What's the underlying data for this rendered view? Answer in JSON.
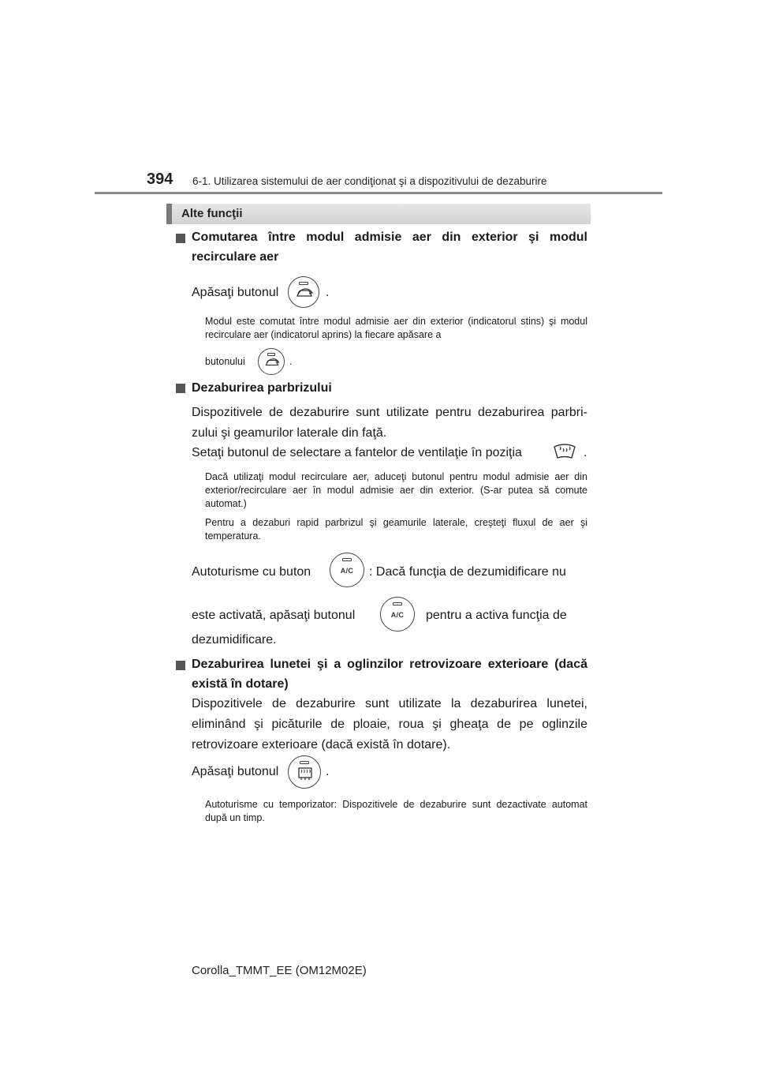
{
  "header": {
    "page_number": "394",
    "chapter_title": "6-1. Utilizarea sistemului de aer condiţionat şi a dispozitivului de dezaburire"
  },
  "section": {
    "title": "Alte funcţii"
  },
  "block1": {
    "heading": "Comutarea între modul admisie aer din exterior şi modul recirculare aer",
    "press_text": "Apăsaţi butonul",
    "press_end": ".",
    "note": "Modul este comutat între modul admisie aer din exterior (indicatorul stins) şi modul recirculare aer (indicatorul aprins) la fiecare apăsare a",
    "note_last": "butonului",
    "note_end": "."
  },
  "block2": {
    "heading": "Dezaburirea parbrizului",
    "text": "Dispozitivele de dezaburire sunt utilizate pentru dezaburirea parbri-zului şi geamurilor laterale din faţă.",
    "set_text": "Setaţi butonul de selectare a fantelor de ventilaţie în poziţia",
    "set_end": ".",
    "note1": "Dacă utilizaţi modul recirculare aer, aduceţi butonul pentru modul admisie aer din exterior/recirculare aer în modul admisie aer din exterior. (S-ar putea să comute automat.)",
    "note2": "Pentru a dezaburi rapid parbrizul şi geamurile laterale, creşteţi fluxul de aer şi temperatura.",
    "ac_line1_a": "Autoturisme cu buton",
    "ac_line1_b": ": Dacă funcţia de dezumidificare nu",
    "ac_line2_a": "este activată, apăsaţi butonul",
    "ac_line2_b": "pentru a activa funcţia de",
    "ac_line3": "dezumidificare.",
    "ac_label": "A/C"
  },
  "block3": {
    "heading": "Dezaburirea lunetei şi a oglinzilor retrovizoare exterioare (dacă există în dotare)",
    "text": "Dispozitivele de dezaburire sunt utilizate la dezaburirea lunetei, eliminând şi picăturile de ploaie, roua şi gheaţa de pe oglinzile retrovizoare exterioare (dacă există în dotare).",
    "press_text": "Apăsaţi butonul",
    "press_end": ".",
    "note": "Autoturisme cu temporizator: Dispozitivele de dezaburire sunt dezactivate automat după un timp."
  },
  "footer": {
    "text": "Corolla_TMMT_EE (OM12M02E)"
  }
}
